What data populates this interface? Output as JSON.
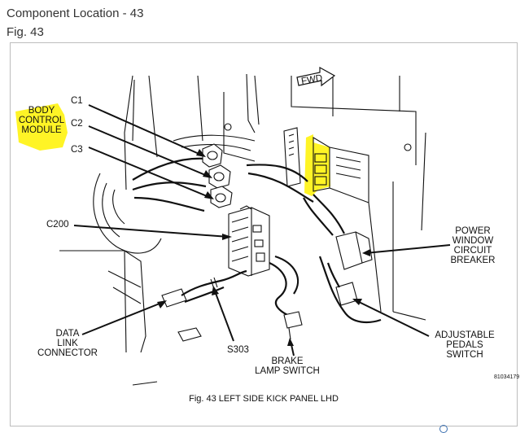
{
  "header": {
    "title": "Component Location - 43",
    "figure": "Fig. 43"
  },
  "diagram": {
    "caption": "Fig. 43  LEFT SIDE KICK PANEL LHD",
    "figure_number": "81034179",
    "fwd": "FWD",
    "highlight_color": "#fff200",
    "labels": {
      "body_control_module": [
        "BODY",
        "CONTROL",
        "MODULE"
      ],
      "c1": "C1",
      "c2": "C2",
      "c3": "C3",
      "c200": "C200",
      "data_link_connector": [
        "DATA",
        "LINK",
        "CONNECTOR"
      ],
      "s303": "S303",
      "brake_lamp_switch": [
        "BRAKE",
        "LAMP SWITCH"
      ],
      "power_window_circuit_breaker": [
        "POWER",
        "WINDOW",
        "CIRCUIT",
        "BREAKER"
      ],
      "adjustable_pedals_switch": [
        "ADJUSTABLE",
        "PEDALS",
        "SWITCH"
      ]
    }
  }
}
